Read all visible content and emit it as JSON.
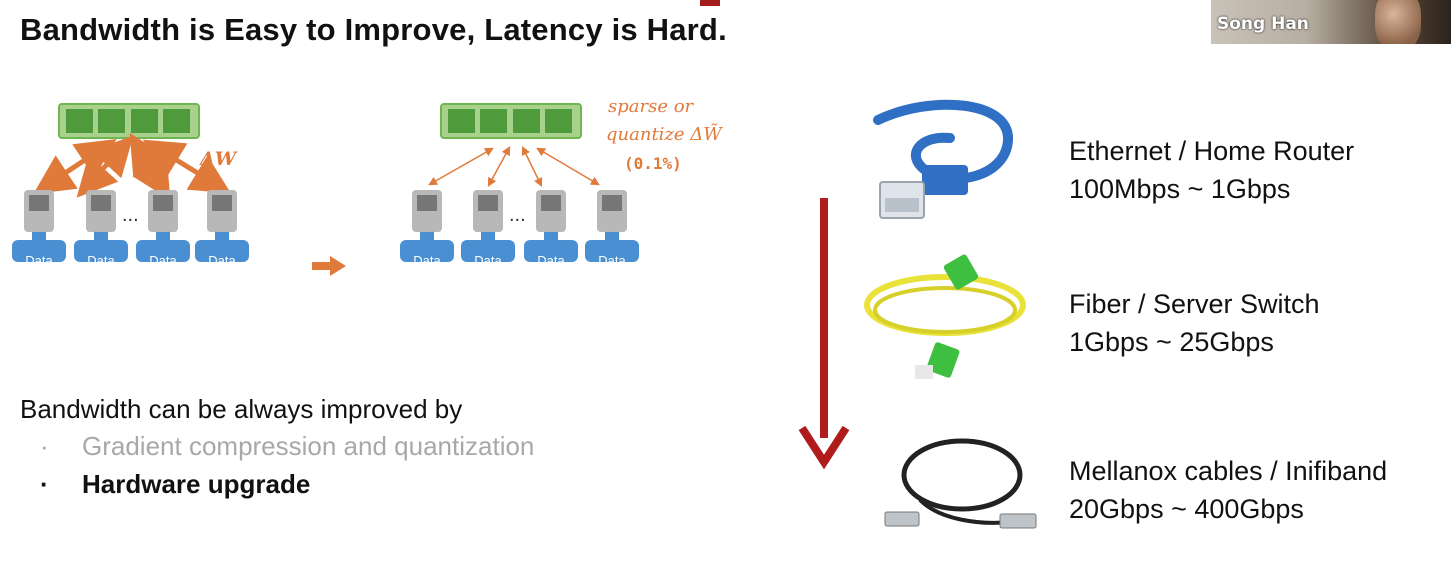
{
  "slide": {
    "title": "Bandwidth is Easy to Improve, Latency is Hard."
  },
  "video": {
    "participant_name": "Song Han"
  },
  "diagram": {
    "data_label": "Data",
    "ellipsis": "...",
    "delta_label": "ΔW",
    "annotation_line1": "sparse or",
    "annotation_line2": "quantize ΔW̃",
    "annotation_pct": "(0.1%)"
  },
  "bandwidth": {
    "heading": "Bandwidth can be always improved by",
    "bullets": [
      {
        "text": "Gradient compression and quantization",
        "style": "dimmed"
      },
      {
        "text": "Hardware upgrade",
        "style": "bold"
      }
    ]
  },
  "cables": [
    {
      "icon": "ethernet-cable-icon",
      "name": "Ethernet / Home Router",
      "speed": "100Mbps ~ 1Gbps"
    },
    {
      "icon": "fiber-cable-icon",
      "name": "Fiber / Server Switch",
      "speed": "1Gbps ~ 25Gbps"
    },
    {
      "icon": "infiniband-cable-icon",
      "name": "Mellanox cables / Inifiband",
      "speed": "20Gbps ~ 400Gbps"
    }
  ],
  "colors": {
    "accent_orange": "#e07a3a",
    "param_green": "#6fb550",
    "data_blue": "#4a8fd1",
    "arrow_red": "#b01c1c",
    "ethernet_blue": "#2f6fc4",
    "fiber_yellow": "#e8e23a"
  }
}
